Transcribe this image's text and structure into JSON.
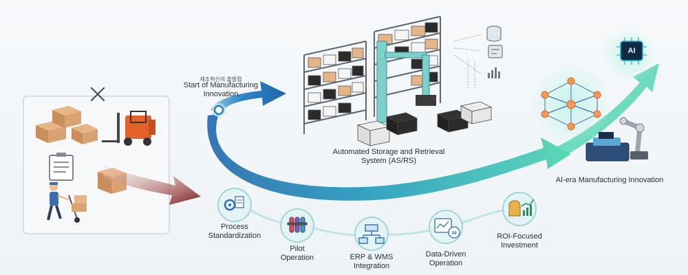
{
  "start": {
    "korean": "제조혁신의 출발점",
    "title": "Start of Manufacturing Innovation"
  },
  "asrs": {
    "title": "Automated Storage and Retrieval System (AS/RS)"
  },
  "ai_era": {
    "title": "AI-era Manufacturing Innovation",
    "chip_text": "AI"
  },
  "legacy_panel": {
    "crossed_icon": "close-icon"
  },
  "steps": [
    {
      "label": "Process Standardization",
      "icon": "gears-doc-icon"
    },
    {
      "label": "Pilot Operation",
      "icon": "test-tubes-icon"
    },
    {
      "label": "ERP & WMS Integration",
      "icon": "network-diagram-icon"
    },
    {
      "label": "Data-Driven Operation",
      "icon": "ai-dashboard-icon",
      "icon_text": "AI"
    },
    {
      "label": "ROI-Focused Investment",
      "icon": "money-growth-icon"
    }
  ],
  "colors": {
    "blue_arrow": "#2a7fc0",
    "teal_arrow": "#3cc4b0",
    "red_arrow": "#8c2323",
    "circle_fill": "#e4f3f4",
    "circle_stroke": "#9fd6d6"
  }
}
